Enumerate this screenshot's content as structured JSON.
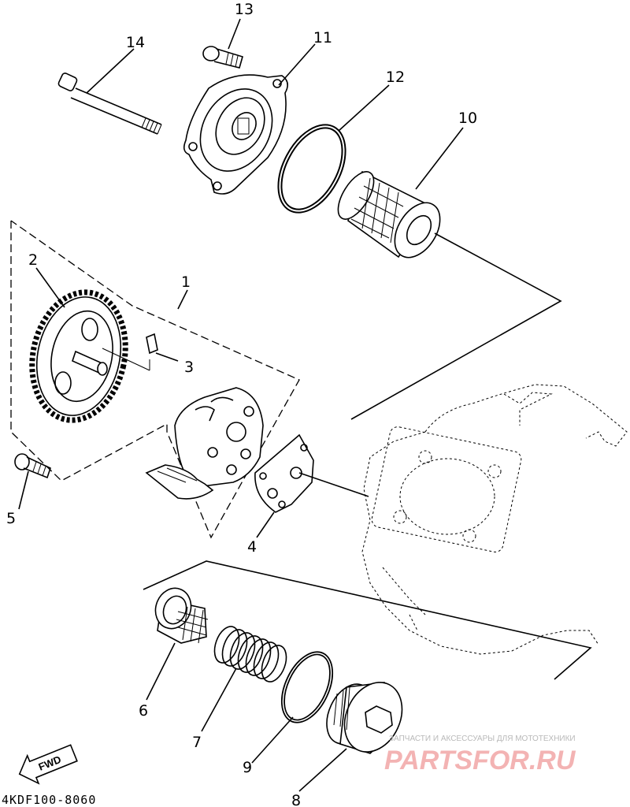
{
  "diagram": {
    "parts": [
      {
        "label": "1",
        "name": "oil-pump-assembly-label"
      },
      {
        "label": "2",
        "name": "pump-gear-label"
      },
      {
        "label": "3",
        "name": "pin-label"
      },
      {
        "label": "4",
        "name": "gasket-label"
      },
      {
        "label": "5",
        "name": "screw-label"
      },
      {
        "label": "6",
        "name": "strainer-label"
      },
      {
        "label": "7",
        "name": "spring-label"
      },
      {
        "label": "8",
        "name": "drain-plug-label"
      },
      {
        "label": "9",
        "name": "o-ring-small-label"
      },
      {
        "label": "10",
        "name": "oil-filter-label"
      },
      {
        "label": "11",
        "name": "filter-cover-label"
      },
      {
        "label": "12",
        "name": "o-ring-large-label"
      },
      {
        "label": "13",
        "name": "cover-bolt-label"
      },
      {
        "label": "14",
        "name": "long-bolt-label"
      }
    ],
    "drawing_code": "4KDF100-8060",
    "fwd_label": "FWD"
  },
  "watermark": {
    "tagline": "ЗАПЧАСТИ И АКСЕССУАРЫ ДЛЯ МОТОТЕХНИКИ",
    "brand": "PARTSFOR.RU",
    "color": "#f2a6a6"
  }
}
